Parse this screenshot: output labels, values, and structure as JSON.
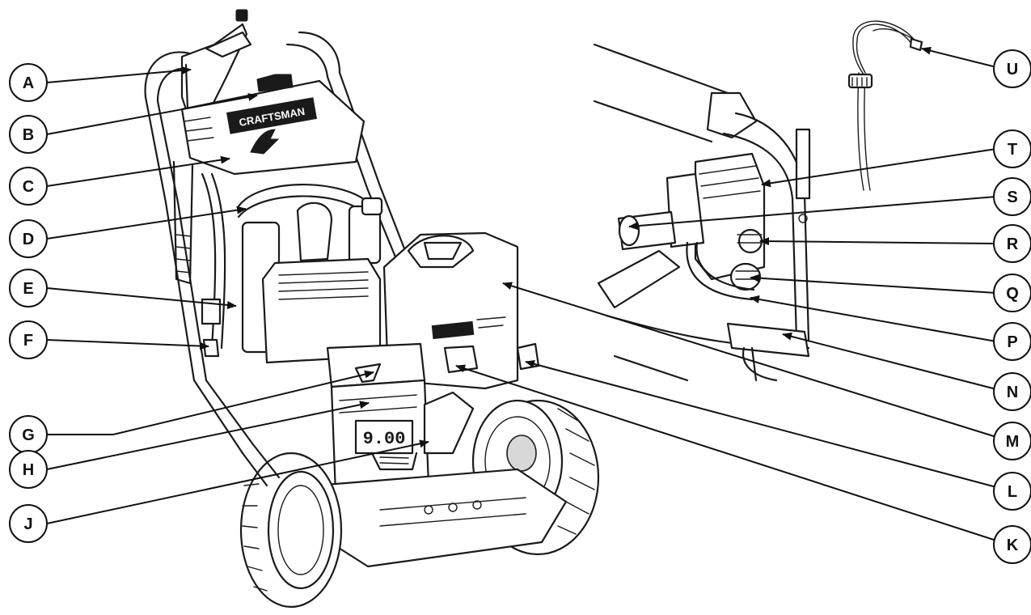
{
  "diagram": {
    "brand_plate": "CRAFTSMAN",
    "engine_badge": "9.00",
    "callouts": [
      {
        "id": "A",
        "label": "A"
      },
      {
        "id": "B",
        "label": "B"
      },
      {
        "id": "C",
        "label": "C"
      },
      {
        "id": "D",
        "label": "D"
      },
      {
        "id": "E",
        "label": "E"
      },
      {
        "id": "F",
        "label": "F"
      },
      {
        "id": "G",
        "label": "G"
      },
      {
        "id": "H",
        "label": "H"
      },
      {
        "id": "J",
        "label": "J"
      },
      {
        "id": "K",
        "label": "K"
      },
      {
        "id": "L",
        "label": "L"
      },
      {
        "id": "M",
        "label": "M"
      },
      {
        "id": "N",
        "label": "N"
      },
      {
        "id": "P",
        "label": "P"
      },
      {
        "id": "Q",
        "label": "Q"
      },
      {
        "id": "R",
        "label": "R"
      },
      {
        "id": "S",
        "label": "S"
      },
      {
        "id": "T",
        "label": "T"
      },
      {
        "id": "U",
        "label": "U"
      }
    ]
  },
  "colors": {
    "ink": "#1a1a1a",
    "background": "#ffffff"
  },
  "icons": {
    "arrowhead": "arrow-head-icon",
    "callout": "circle-letter-icon"
  }
}
